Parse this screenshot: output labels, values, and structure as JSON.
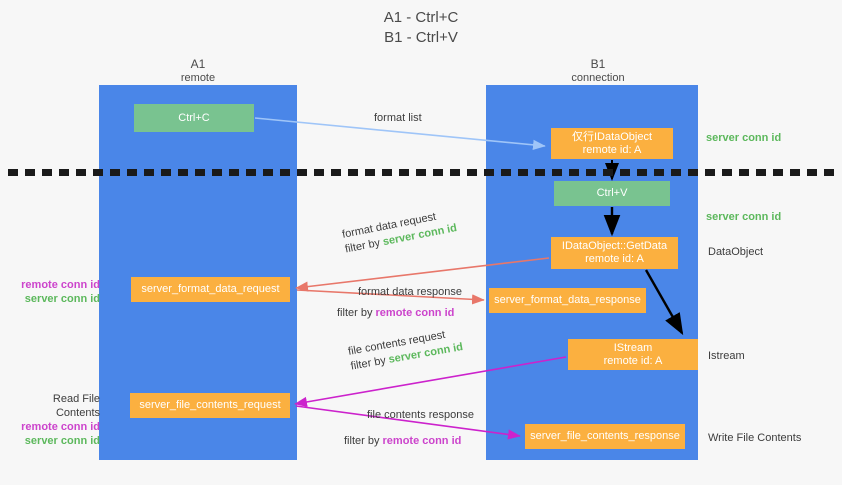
{
  "title": {
    "line1": "A1 - Ctrl+C",
    "line2": "B1 - Ctrl+V"
  },
  "lanes": [
    {
      "id": "A1",
      "title": "A1",
      "subtitle": "remote",
      "color": "#4a86e8"
    },
    {
      "id": "B1",
      "title": "B1",
      "subtitle": "connection",
      "color": "#4a86e8"
    }
  ],
  "colors": {
    "lane": "#4a86e8",
    "green_box": "#79c390",
    "orange_box": "#fbb040",
    "server_conn_id": "#5cb85c",
    "remote_conn_id": "#cc44cc",
    "arrow_blue": "#9fc5f8",
    "arrow_red": "#e8776a",
    "arrow_magenta": "#cc22cc",
    "arrow_black": "#000000",
    "divider": "#1a1a1a",
    "background": "#f7f7f7"
  },
  "boxes": {
    "ctrl_c": {
      "label": "Ctrl+C",
      "style": "green"
    },
    "idataobject": {
      "label": "仅行IDataObject",
      "sublabel": "remote id: A",
      "style": "orange"
    },
    "ctrl_v": {
      "label": "Ctrl+V",
      "style": "green"
    },
    "getdata": {
      "label": "IDataObject::GetData",
      "sublabel": "remote id: A",
      "style": "orange"
    },
    "format_data_request": {
      "label": "server_format_data_request",
      "style": "orange"
    },
    "format_data_response": {
      "label": "server_format_data_response",
      "style": "orange"
    },
    "istream": {
      "label": "IStream",
      "sublabel": "remote id: A",
      "style": "orange"
    },
    "file_contents_request": {
      "label": "server_file_contents_request",
      "style": "orange"
    },
    "file_contents_response": {
      "label": "server_file_contents_response",
      "style": "orange"
    }
  },
  "arrow_labels": {
    "format_list": "format list",
    "format_data_request": "format data request",
    "format_data_request_filter_prefix": "filter by ",
    "format_data_request_filter_value": "server conn id",
    "format_data_response": "format data response",
    "format_data_response_filter_prefix": "filter by ",
    "format_data_response_filter_value": "remote conn id",
    "file_contents_request": "file contents request",
    "file_contents_request_filter_prefix": "filter by ",
    "file_contents_request_filter_value": "server conn id",
    "file_contents_response": "file contents response",
    "file_contents_response_filter_prefix": "filter by ",
    "file_contents_response_filter_value": "remote conn id"
  },
  "side_labels": {
    "left_group_1": {
      "remote": "remote conn id",
      "server": "server conn id"
    },
    "left_group_2": {
      "heading": "Read File Contents",
      "remote": "remote conn id",
      "server": "server conn id"
    },
    "right_1": "server conn id",
    "right_2": "server conn id",
    "right_3": "DataObject",
    "right_4": "Istream",
    "right_5": "Write File Contents"
  }
}
